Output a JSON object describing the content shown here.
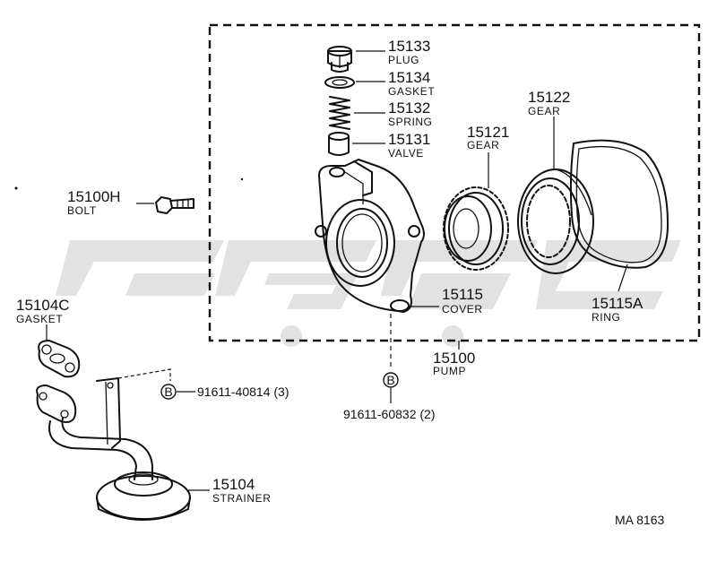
{
  "parts": {
    "p15133": {
      "number": "15133",
      "name": "PLUG"
    },
    "p15134": {
      "number": "15134",
      "name": "GASKET"
    },
    "p15132": {
      "number": "15132",
      "name": "SPRING"
    },
    "p15131": {
      "number": "15131",
      "name": "VALVE"
    },
    "p15122": {
      "number": "15122",
      "name": "GEAR"
    },
    "p15121": {
      "number": "15121",
      "name": "GEAR"
    },
    "p15115": {
      "number": "15115",
      "name": "COVER"
    },
    "p15115A": {
      "number": "15115A",
      "name": "RING"
    },
    "p15100": {
      "number": "15100",
      "name": "PUMP"
    },
    "p15100H": {
      "number": "15100H",
      "name": "BOLT"
    },
    "p15104C": {
      "number": "15104C",
      "name": "GASKET"
    },
    "p15104": {
      "number": "15104",
      "name": "STRAINER"
    }
  },
  "bolt_refs": {
    "marker": "B",
    "ref1": "91611-40814 (3)",
    "ref2": "91611-60832 (2)"
  },
  "diagram_code": "MA  8163",
  "watermark": "watermark-logo"
}
